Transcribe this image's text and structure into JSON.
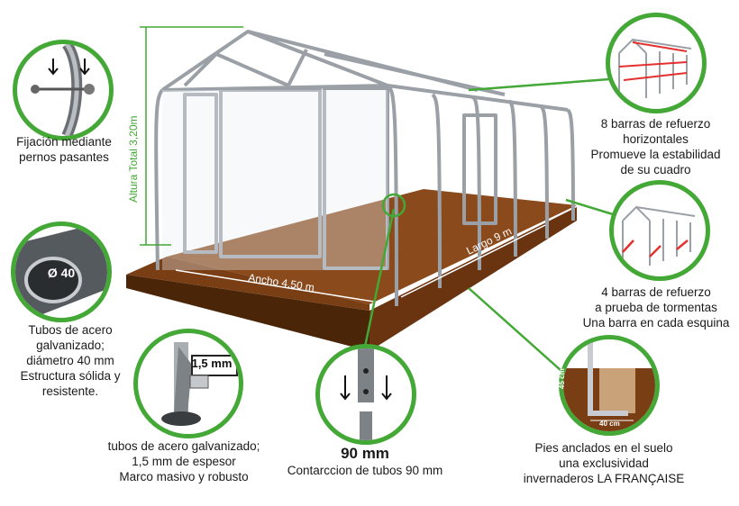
{
  "dimensions": {
    "height": "Altura Total 3,20m",
    "width": "Ancho 4,50 m",
    "length": "Largo 9 m"
  },
  "callouts": {
    "bolts": {
      "lines": [
        "Fijación mediante",
        "pernos pasantes"
      ]
    },
    "tube_diameter": {
      "badge": "Ø 40",
      "lines": [
        "Tubos de acero",
        "galvanizado;",
        "diámetro 40 mm",
        "Estructura sólida y",
        "resistente."
      ]
    },
    "thickness": {
      "badge": "1,5 mm",
      "lines": [
        "tubos de acero galvanizado;",
        "1,5 mm de espesor",
        "Marco masivo y robusto"
      ]
    },
    "joint": {
      "headline": "90 mm",
      "lines": [
        "Contarccion de tubos 90 mm"
      ]
    },
    "anchor": {
      "label_depth": "45 cm",
      "label_width": "40 cm",
      "lines": [
        "Pies anclados en el suelo",
        "una exclusividad",
        "invernaderos LA FRANÇAISE"
      ]
    },
    "horizontal_bars": {
      "lines": [
        "8 barras de refuerzo",
        "horizontales",
        "Promueve la estabilidad",
        "de su cuadro"
      ]
    },
    "storm_bars": {
      "lines": [
        "4 barras de refuerzo",
        "a prueba de tormentas",
        "Una barra en cada esquina"
      ]
    }
  },
  "colors": {
    "accent_green": "#43a835",
    "floor": "#8b4a1c",
    "floor_dark": "#5a2d0c",
    "frame": "#9aa0a6"
  }
}
